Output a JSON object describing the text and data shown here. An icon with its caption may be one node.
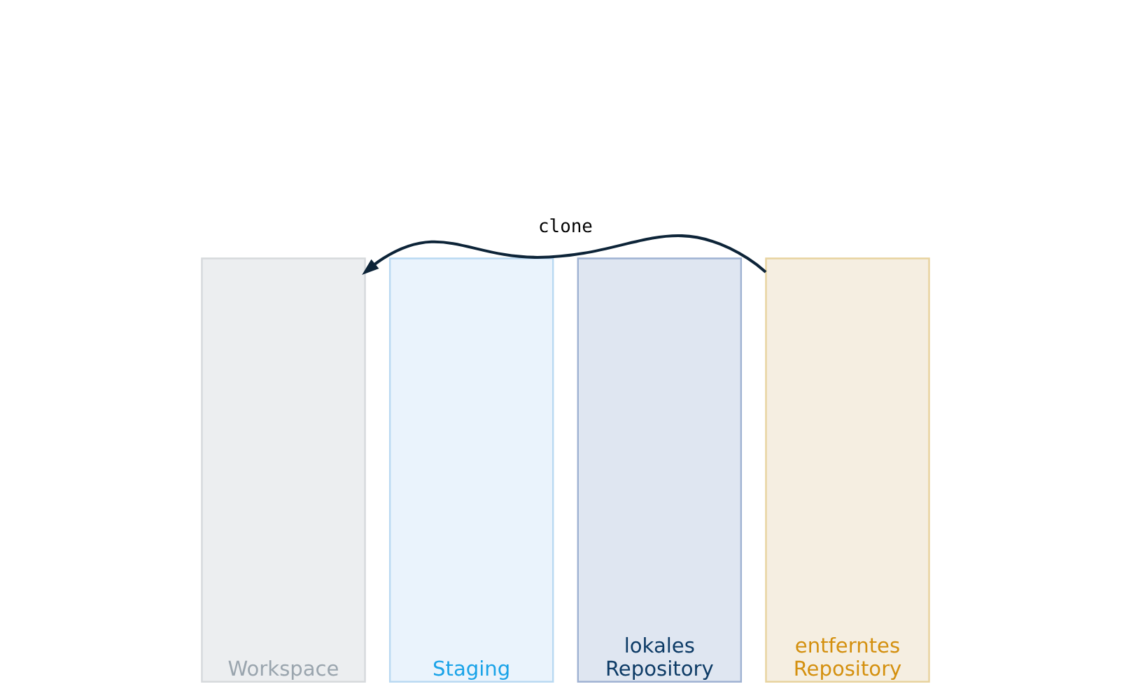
{
  "diagram": {
    "nodes": [
      {
        "text": [
          "Workspace"
        ]
      },
      {
        "text": [
          "Staging"
        ]
      },
      {
        "text": [
          "lokales Repository"
        ]
      },
      {
        "text": [
          "entferntes Repository"
        ]
      }
    ],
    "edges": [
      {
        "from": 3,
        "to": 0,
        "arrow": "to",
        "label": "clone"
      }
    ]
  }
}
